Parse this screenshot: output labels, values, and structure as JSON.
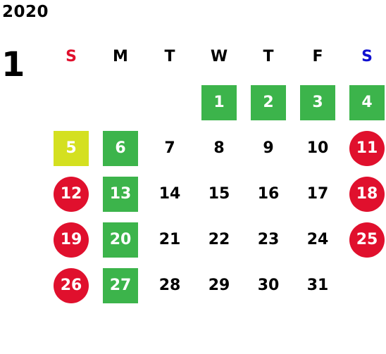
{
  "calendar": {
    "year": "2020",
    "month": "1",
    "weekdays": [
      {
        "label": "S",
        "color": "#e0102d"
      },
      {
        "label": "M",
        "color": "#000000"
      },
      {
        "label": "T",
        "color": "#000000"
      },
      {
        "label": "W",
        "color": "#000000"
      },
      {
        "label": "T",
        "color": "#000000"
      },
      {
        "label": "F",
        "color": "#000000"
      },
      {
        "label": "S",
        "color": "#1010d0"
      }
    ],
    "colors": {
      "green": "#3cb44b",
      "yellow": "#d4e020",
      "red": "#e0102d"
    },
    "weeks": [
      [
        null,
        null,
        null,
        {
          "d": "1",
          "s": "green"
        },
        {
          "d": "2",
          "s": "green"
        },
        {
          "d": "3",
          "s": "green"
        },
        {
          "d": "4",
          "s": "green"
        }
      ],
      [
        {
          "d": "5",
          "s": "yellow"
        },
        {
          "d": "6",
          "s": "green"
        },
        {
          "d": "7",
          "s": ""
        },
        {
          "d": "8",
          "s": ""
        },
        {
          "d": "9",
          "s": ""
        },
        {
          "d": "10",
          "s": ""
        },
        {
          "d": "11",
          "s": "red"
        }
      ],
      [
        {
          "d": "12",
          "s": "red"
        },
        {
          "d": "13",
          "s": "green"
        },
        {
          "d": "14",
          "s": ""
        },
        {
          "d": "15",
          "s": ""
        },
        {
          "d": "16",
          "s": ""
        },
        {
          "d": "17",
          "s": ""
        },
        {
          "d": "18",
          "s": "red"
        }
      ],
      [
        {
          "d": "19",
          "s": "red"
        },
        {
          "d": "20",
          "s": "green"
        },
        {
          "d": "21",
          "s": ""
        },
        {
          "d": "22",
          "s": ""
        },
        {
          "d": "23",
          "s": ""
        },
        {
          "d": "24",
          "s": ""
        },
        {
          "d": "25",
          "s": "red"
        }
      ],
      [
        {
          "d": "26",
          "s": "red"
        },
        {
          "d": "27",
          "s": "green"
        },
        {
          "d": "28",
          "s": ""
        },
        {
          "d": "29",
          "s": ""
        },
        {
          "d": "30",
          "s": ""
        },
        {
          "d": "31",
          "s": ""
        },
        null
      ]
    ]
  }
}
